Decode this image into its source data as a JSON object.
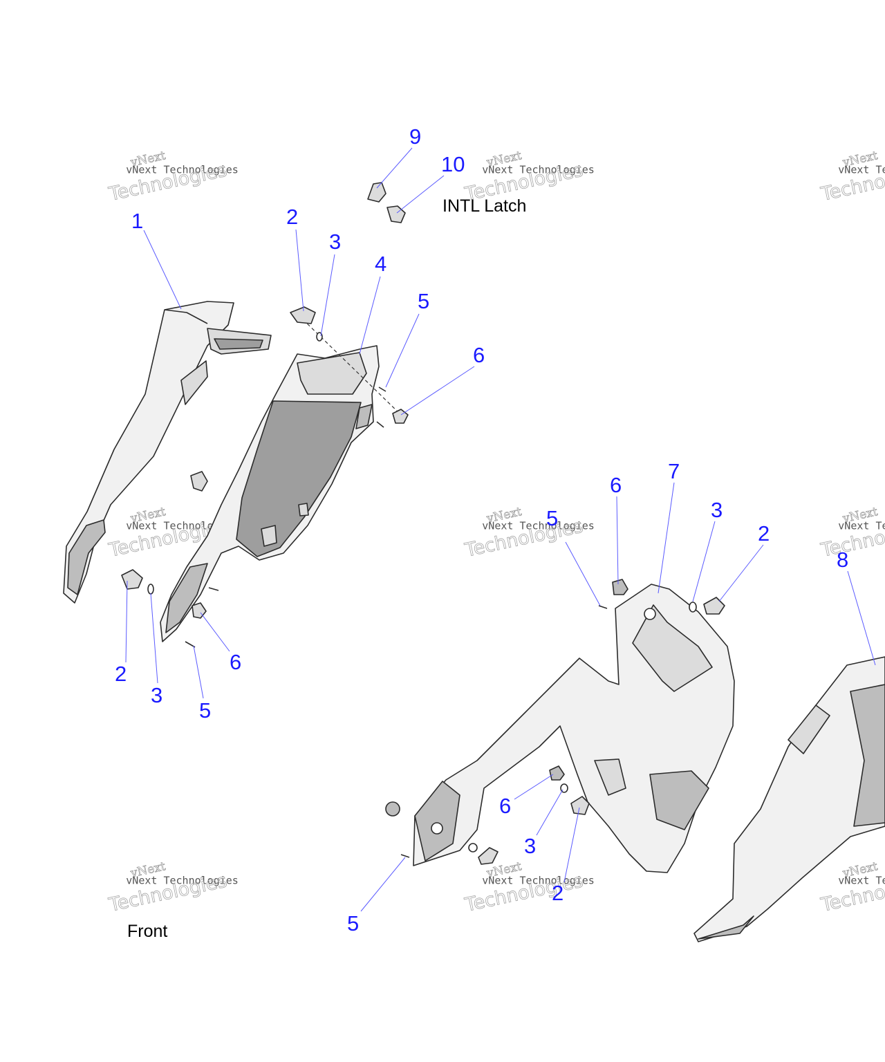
{
  "diagram": {
    "captions": {
      "intl_latch": "INTL Latch",
      "front": "Front"
    },
    "callouts": [
      {
        "id": "c1",
        "label": "1"
      },
      {
        "id": "c2a",
        "label": "2"
      },
      {
        "id": "c3a",
        "label": "3"
      },
      {
        "id": "c4",
        "label": "4"
      },
      {
        "id": "c5a",
        "label": "5"
      },
      {
        "id": "c6a",
        "label": "6"
      },
      {
        "id": "c9",
        "label": "9"
      },
      {
        "id": "c10",
        "label": "10"
      },
      {
        "id": "c2b",
        "label": "2"
      },
      {
        "id": "c3b",
        "label": "3"
      },
      {
        "id": "c5b",
        "label": "5"
      },
      {
        "id": "c6b",
        "label": "6"
      },
      {
        "id": "c5c",
        "label": "5"
      },
      {
        "id": "c6c",
        "label": "6"
      },
      {
        "id": "c7",
        "label": "7"
      },
      {
        "id": "c3c",
        "label": "3"
      },
      {
        "id": "c2c",
        "label": "2"
      },
      {
        "id": "c8",
        "label": "8"
      },
      {
        "id": "c6d",
        "label": "6"
      },
      {
        "id": "c3d",
        "label": "3"
      },
      {
        "id": "c2d",
        "label": "2"
      },
      {
        "id": "c5d",
        "label": "5"
      }
    ],
    "watermark": {
      "word_top": "vNext",
      "line_mid": "vNext Technologies",
      "word_bottom": "Technologies"
    },
    "colors": {
      "callout": "#1a1aff",
      "leader": "#5a5aff",
      "caption": "#000000"
    }
  }
}
